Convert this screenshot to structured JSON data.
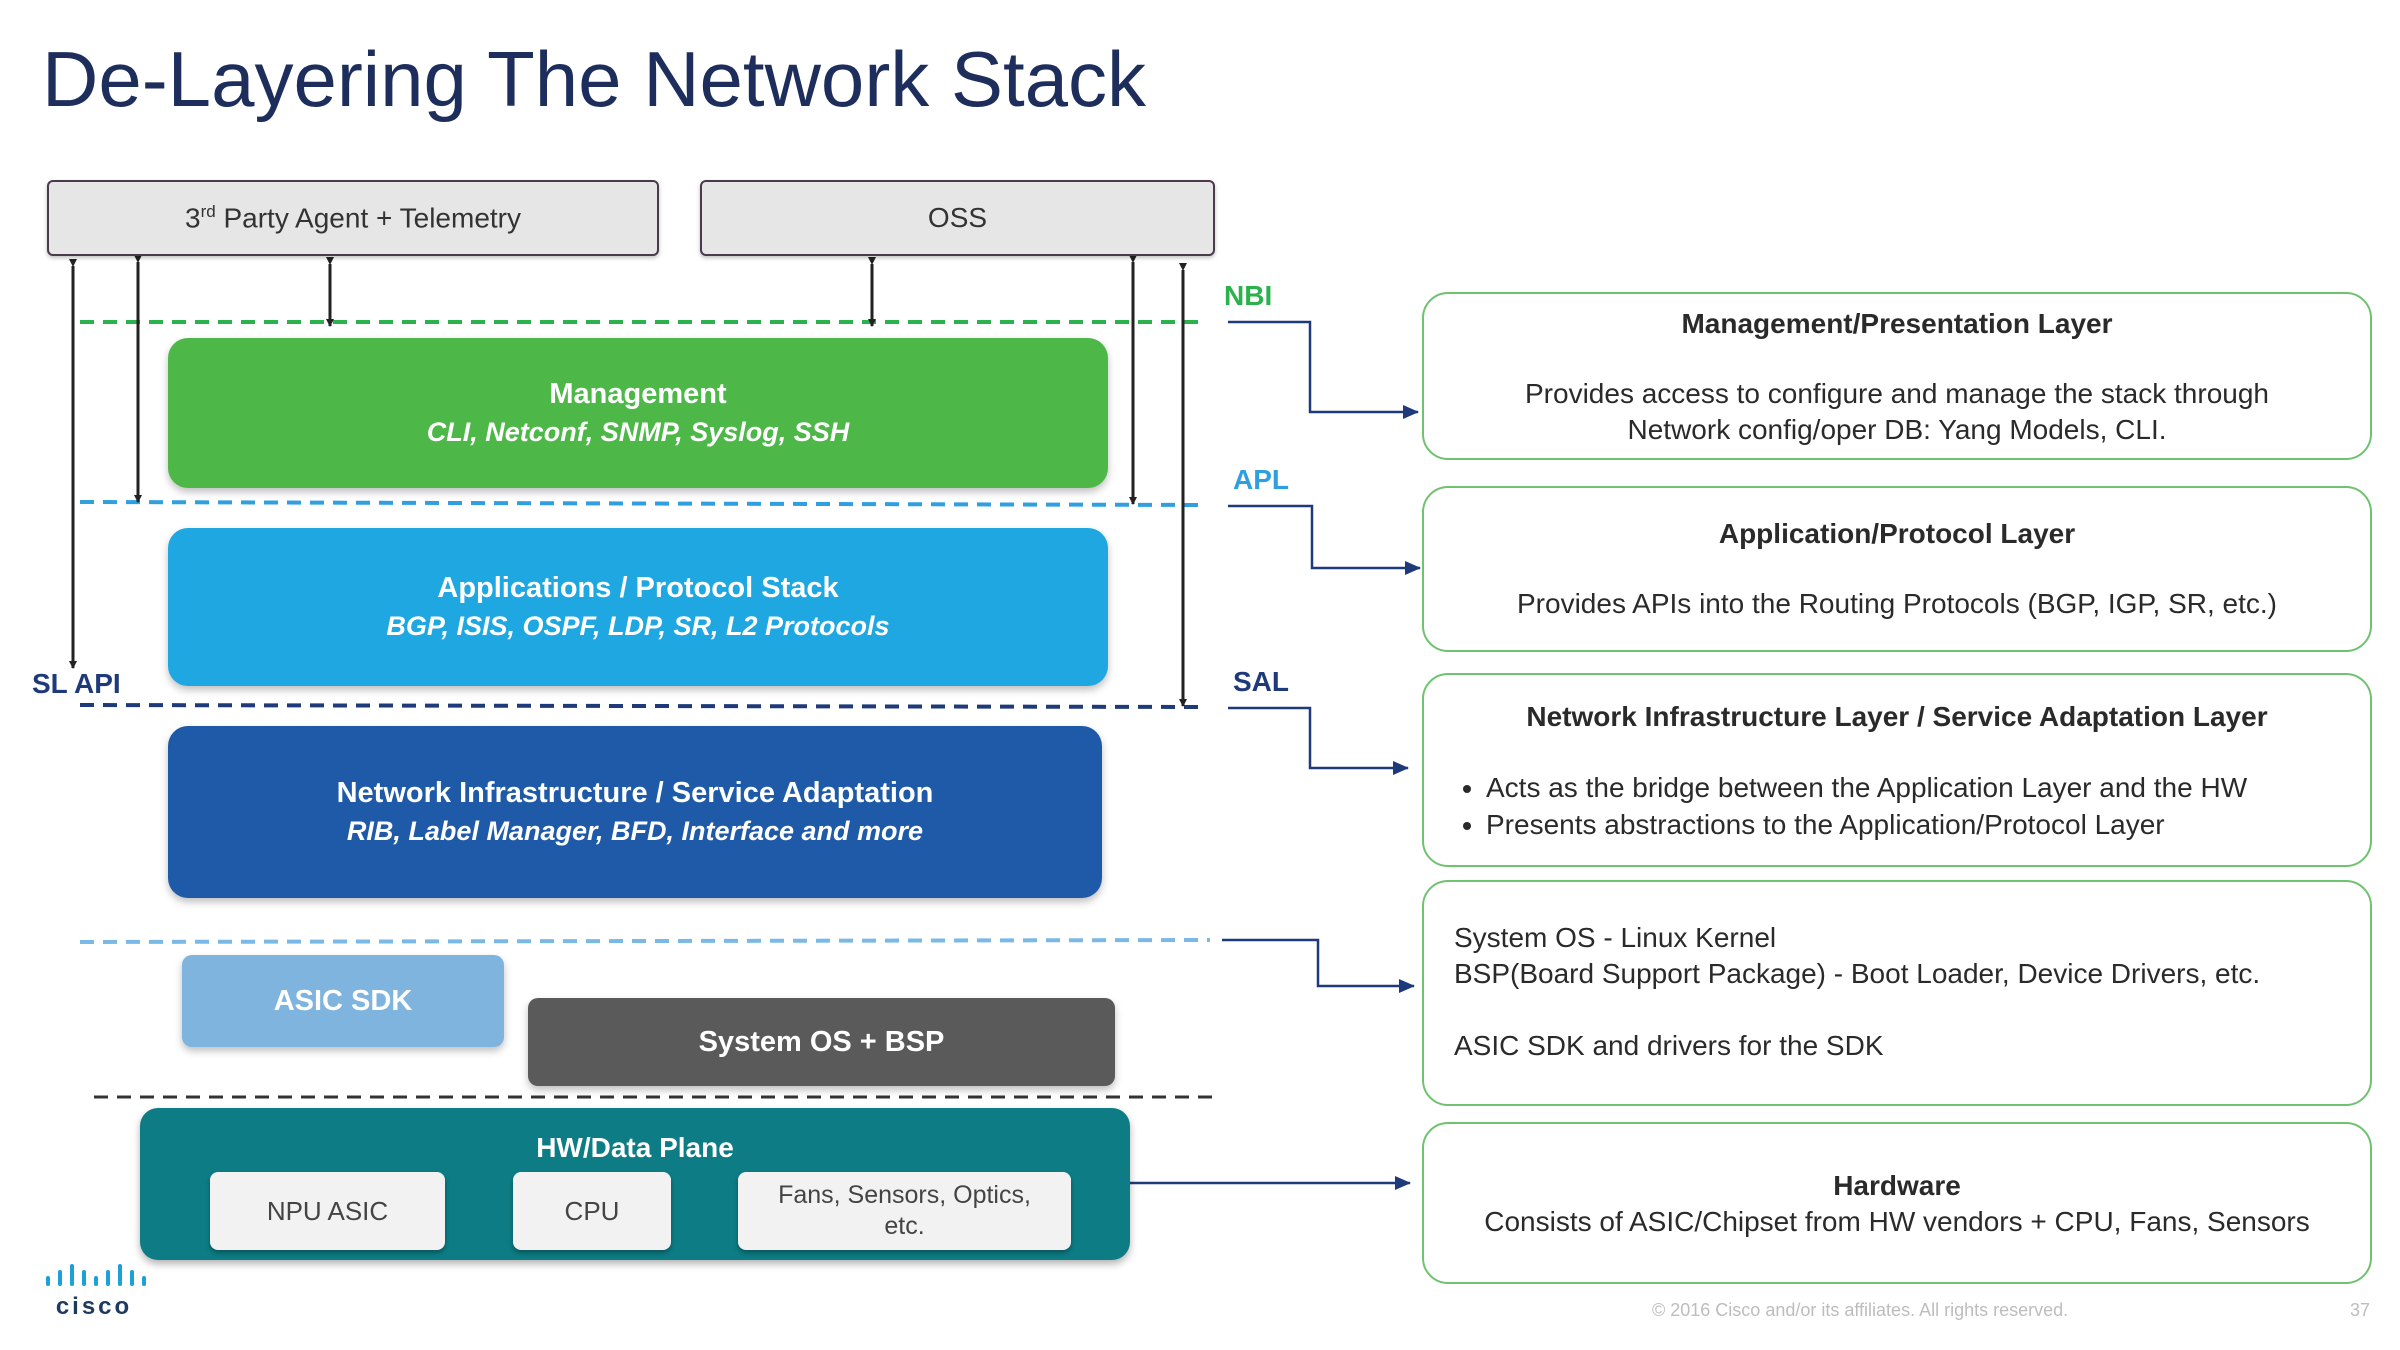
{
  "title": "De-Layering The Network Stack",
  "top_boxes": {
    "agent_prefix": "3",
    "agent_sup": "rd",
    "agent_rest": " Party Agent + Telemetry",
    "oss": "OSS"
  },
  "interface_labels": {
    "nbi": "NBI",
    "apl": "APL",
    "sal": "SAL",
    "sl_api": "SL API"
  },
  "stack": {
    "management": {
      "title": "Management",
      "detail": "CLI, Netconf, SNMP, Syslog, SSH"
    },
    "applications": {
      "title": "Applications / Protocol Stack",
      "detail": "BGP, ISIS, OSPF, LDP, SR, L2 Protocols"
    },
    "network_infra": {
      "title": "Network Infrastructure / Service Adaptation",
      "detail": "RIB, Label Manager,  BFD, Interface and more"
    },
    "asic_sdk": "ASIC SDK",
    "system_os": "System OS + BSP",
    "hw": {
      "title": "HW/Data Plane",
      "npu": "NPU ASIC",
      "cpu": "CPU",
      "fans_line1": "Fans, Sensors, Optics,",
      "fans_line2": "etc."
    }
  },
  "panels": {
    "mgmt": {
      "heading": "Management/Presentation Layer",
      "line1": "Provides access to configure and manage the stack through",
      "line2": "Network config/oper DB: Yang Models, CLI."
    },
    "app": {
      "heading": "Application/Protocol Layer",
      "line1": "Provides APIs into the Routing Protocols (BGP, IGP, SR, etc.)"
    },
    "infra": {
      "heading": "Network Infrastructure Layer / Service Adaptation Layer",
      "bullet1": "Acts as the bridge between the Application Layer and the HW",
      "bullet2": "Presents abstractions to the Application/Protocol Layer"
    },
    "system": {
      "line1": "System OS  - Linux Kernel",
      "line2": "BSP(Board Support Package) - Boot Loader, Device Drivers, etc.",
      "line3": "ASIC SDK and drivers for the SDK"
    },
    "hardware": {
      "heading": "Hardware",
      "line1": "Consists of ASIC/Chipset from HW vendors + CPU, Fans, Sensors"
    }
  },
  "footer": {
    "logo": "cisco",
    "copyright": "© 2016  Cisco and/or its affiliates. All rights reserved.",
    "page": "37"
  },
  "colors": {
    "title": "#1e2e5c",
    "management": "#4db848",
    "applications": "#1ea7e0",
    "network_infra": "#1e5aa8",
    "asic_sdk": "#7eb4de",
    "system_os": "#5a5a5a",
    "hw": "#0d7c84",
    "nbi_line": "#2bb24c",
    "apl_line": "#2f9fe0",
    "sal_line": "#1e3a7a",
    "connector": "#1e3a7a",
    "panel_border": "#6fc26f"
  }
}
